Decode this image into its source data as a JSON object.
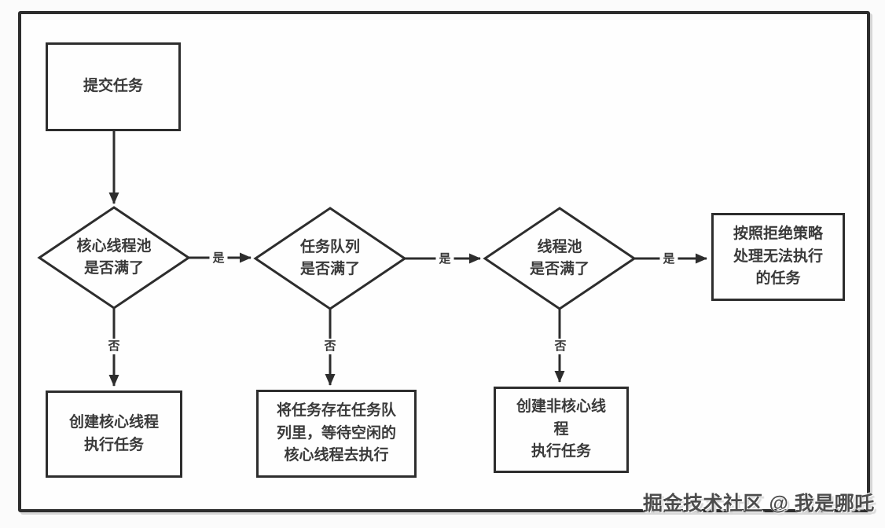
{
  "nodes": {
    "submit": "提交任务",
    "core_pool_full": "核心线程池\n是否满了",
    "task_queue_full": "任务队列\n是否满了",
    "thread_pool_full": "线程池\n是否满了",
    "reject_policy": "按照拒绝策略\n处理无法执行\n的任务",
    "create_core": "创建核心线程\n执行任务",
    "store_queue": "将任务存在任务队\n列里，等待空闲的\n核心线程去执行",
    "create_noncore": "创建非核心线\n程\n执行任务"
  },
  "edge_labels": {
    "yes": "是",
    "no": "否"
  },
  "watermark": "掘金技术社区 @ 我是哪吒",
  "colors": {
    "line": "#2d2d2d",
    "text": "#3a3a3a",
    "watermark": "#4c4c4c"
  }
}
